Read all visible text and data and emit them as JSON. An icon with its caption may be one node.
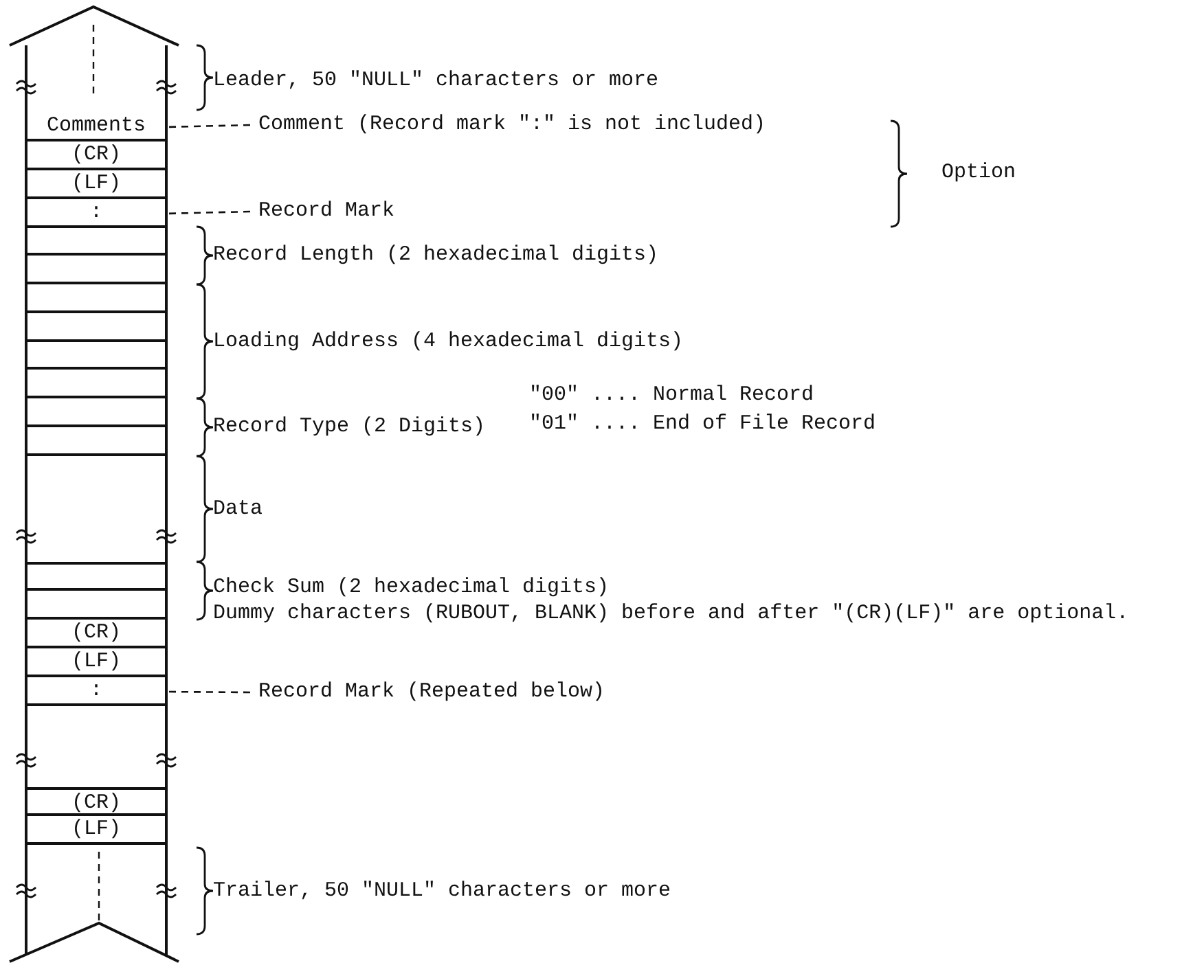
{
  "diagram": {
    "nodes": [
      {
        "text": [
          "Comments"
        ]
      },
      {
        "text": [
          "Comment (Record mark \":\" is not included)"
        ]
      },
      {
        "text": [
          "(CR)"
        ]
      },
      {
        "text": [
          "(LF)"
        ]
      },
      {
        "text": [
          ":"
        ]
      },
      {
        "text": [
          "Record Mark"
        ]
      },
      {
        "text": [],
        "shape": "box"
      },
      {
        "text": [],
        "shape": "box"
      },
      {
        "text": [],
        "shape": "box"
      },
      {
        "text": [],
        "shape": "box"
      },
      {
        "text": [],
        "shape": "box"
      },
      {
        "text": [],
        "shape": "box"
      },
      {
        "text": [],
        "shape": "box"
      },
      {
        "text": [],
        "shape": "box"
      },
      {
        "text": [],
        "shape": "box"
      },
      {
        "text": [],
        "shape": "box"
      },
      {
        "text": [
          "(CR)"
        ]
      },
      {
        "text": [
          "(LF)"
        ]
      },
      {
        "text": [
          ":"
        ]
      },
      {
        "text": [
          "Record Mark (Repeated below)"
        ]
      },
      {
        "text": [
          "(CR)"
        ]
      },
      {
        "text": [
          "(LF)"
        ]
      }
    ],
    "edges": [
      {
        "from": 1,
        "to": 0,
        "arrow": "none",
        "style": "dashed"
      },
      {
        "from": 5,
        "to": 4,
        "arrow": "none",
        "style": "dashed"
      },
      {
        "from": 19,
        "to": 18,
        "arrow": "none",
        "style": "dashed"
      }
    ],
    "labels": [
      "Leader, 50 \"NULL\" characters or more",
      "Option",
      "Record Length (2 hexadecimal digits)",
      "Loading Address (4 hexadecimal digits)",
      "\"00\" .... Normal Record",
      "Record Type (2 Digits)",
      "\"01\" .... End of File Record",
      "Data",
      "Check Sum (2 hexadecimal digits)",
      "Dummy characters (RUBOUT, BLANK) before and after \"(CR)(LF)\" are optional.",
      "Trailer, 50 \"NULL\" characters or more"
    ]
  }
}
